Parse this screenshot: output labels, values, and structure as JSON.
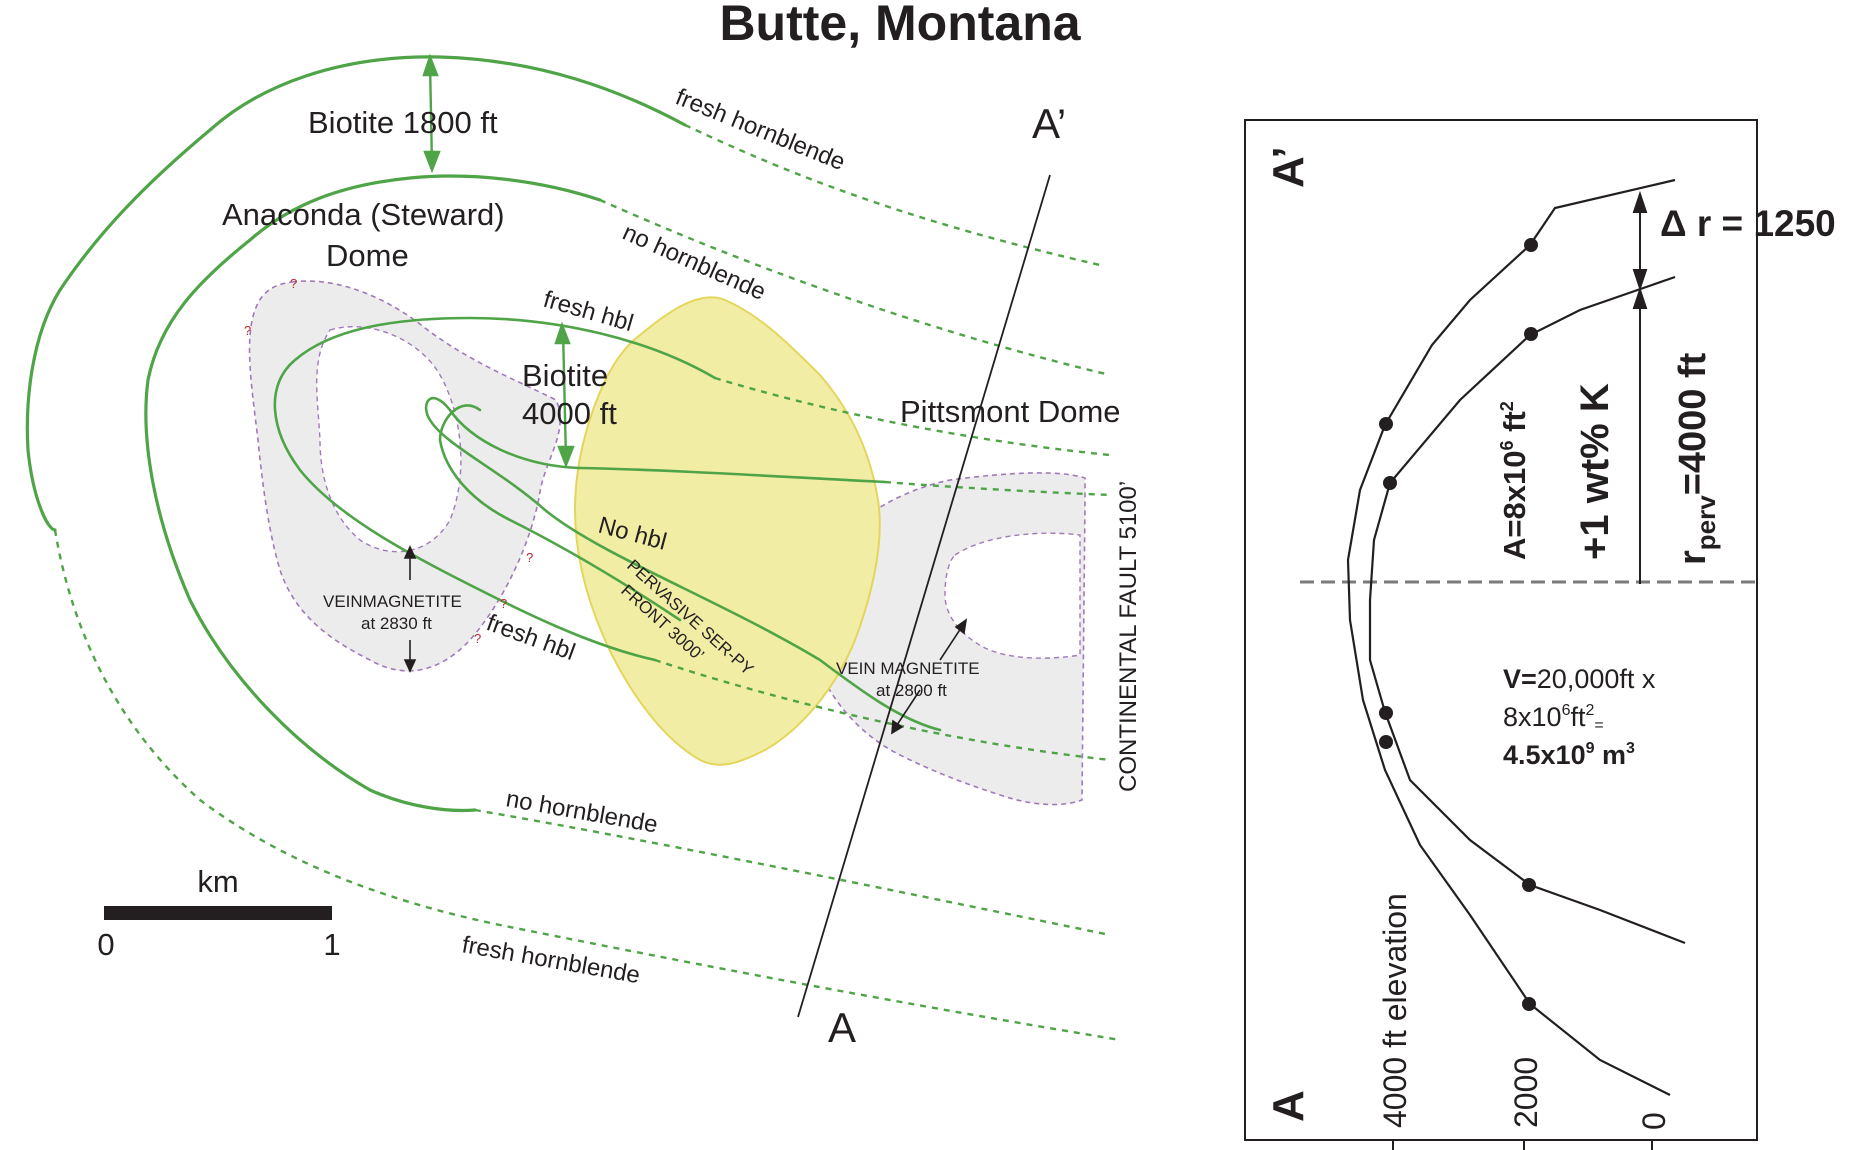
{
  "map": {
    "title": "Butte, Montana",
    "section_end_top": "A’",
    "section_end_bottom": "A",
    "labels": {
      "biotite_1800": "Biotite 1800 ft",
      "anaconda_dome_1": "Anaconda (Steward)",
      "anaconda_dome_2": "Dome",
      "fresh_hornblende_top": "fresh hornblende",
      "no_hornblende_top": "no hornblende",
      "fresh_hbl_upper": "fresh hbl",
      "biotite_4000_1": "Biotite",
      "biotite_4000_2": "4000 ft",
      "pittsmont_dome": "Pittsmont Dome",
      "no_hbl": "No hbl",
      "pervasive_1": "PERVASIVE SER-PY",
      "pervasive_2": "FRONT 3000’",
      "veinmagnetite_1": "VEINMAGNETITE",
      "veinmagnetite_2": "at 2830 ft",
      "fresh_hbl_lower": "fresh hbl",
      "vein_magnetite_1": "VEIN MAGNETITE",
      "vein_magnetite_2": "at 2800 ft",
      "continental_fault": "CONTINENTAL FAULT 5100’",
      "no_hornblende_bottom": "no hornblende",
      "fresh_hornblende_bottom": "fresh hornblende",
      "question_mark": "?"
    },
    "scale_bar": {
      "unit": "km",
      "start": "0",
      "end": "1"
    },
    "colors": {
      "isograd": "#4ea447",
      "alteration_boundary": "#a07ab8",
      "alteration_fill": "#ececed",
      "sericite_pyrite_zone": "#f2eda4",
      "sericite_pyrite_border": "#e3d65d"
    }
  },
  "section": {
    "end_top": "A’",
    "end_bottom": "A",
    "delta_r": "Δ r = 1250",
    "area_label": "A=8x10",
    "area_exp": "6",
    "area_unit": " ft",
    "area_unit_exp": "2",
    "potassium": "+1 wt% K",
    "r_label": "r",
    "r_subscript": "perv",
    "r_value": "=4000 ft",
    "volume": {
      "line1_bold": "V=",
      "line1_rest": "20,000ft x",
      "line2_base": "8x10",
      "line2_exp1": "6",
      "line2_mid": "ft",
      "line2_exp2": "2",
      "line2_eq": "=",
      "line3_base": "4.5x10",
      "line3_exp": "9",
      "line3_unit": " m",
      "line3_unit_exp": "3"
    },
    "elevation_label": "4000 ft elevation",
    "tick_2000": "2000",
    "tick_0": "0"
  }
}
